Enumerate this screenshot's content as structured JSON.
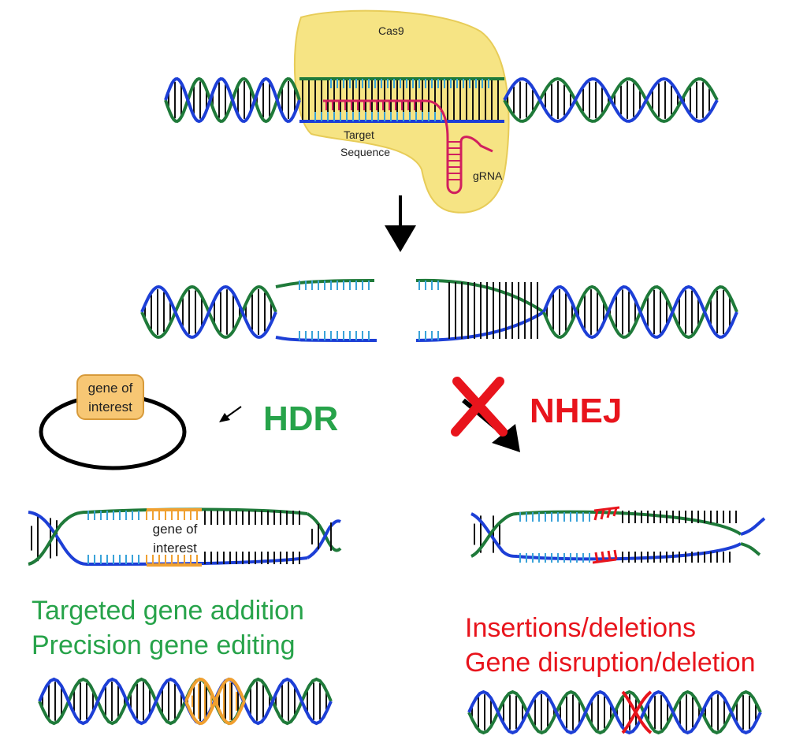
{
  "labels": {
    "cas9": "Cas9",
    "target_line1": "Target",
    "target_line2": "Sequence",
    "grna": "gRNA",
    "plasmid_line1": "gene of",
    "plasmid_line2": "interest",
    "hdr": "HDR",
    "nhej": "NHEJ",
    "gene_line1": "gene of",
    "gene_line2": "interest",
    "hdr_outcome_1": "Targeted gene addition",
    "hdr_outcome_2": "Precision gene editing",
    "nhej_outcome_1": "Insertions/deletions",
    "nhej_outcome_2": "Gene disruption/deletion"
  },
  "colors": {
    "strand_green": "#1f7a3a",
    "strand_blue": "#1d3fd6",
    "rung": "#111111",
    "target_cyan": "#3aa3d9",
    "cas9_fill": "#f6e27a",
    "grna": "#d11f5e",
    "gene": "#f0a030",
    "plasmid_box": "#f7c774",
    "hdr_text": "#27a34a",
    "nhej_text": "#e8141c",
    "mutation_red": "#e8141c"
  }
}
